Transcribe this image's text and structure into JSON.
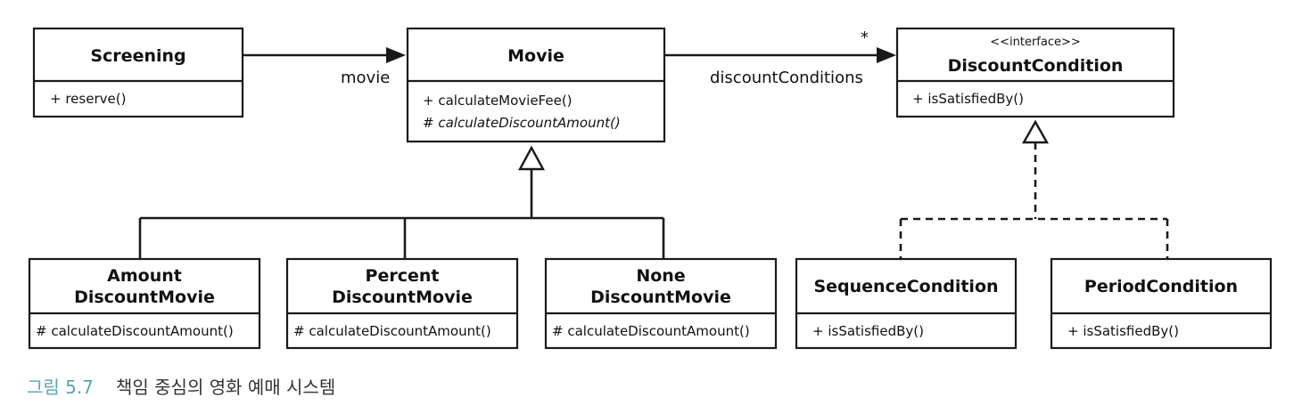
{
  "classes": {
    "screening": {
      "name": "Screening",
      "op1": "+ reserve()"
    },
    "movie": {
      "name": "Movie",
      "op1": "+ calculateMovieFee()",
      "op2": "# calculateDiscountAmount()"
    },
    "discount_condition": {
      "stereotype": "<<interface>>",
      "name": "DiscountCondition",
      "op1": "+ isSatisfiedBy()"
    },
    "amount_discount_movie": {
      "name_line1": "Amount",
      "name_line2": "DiscountMovie",
      "op1": "# calculateDiscountAmount()"
    },
    "percent_discount_movie": {
      "name_line1": "Percent",
      "name_line2": "DiscountMovie",
      "op1": "# calculateDiscountAmount()"
    },
    "none_discount_movie": {
      "name_line1": "None",
      "name_line2": "DiscountMovie",
      "op1": "# calculateDiscountAmount()"
    },
    "sequence_condition": {
      "name": "SequenceCondition",
      "op1": "+ isSatisfiedBy()"
    },
    "period_condition": {
      "name": "PeriodCondition",
      "op1": "+ isSatisfiedBy()"
    }
  },
  "associations": {
    "movie_role": "movie",
    "discount_conditions_role": "discountConditions",
    "discount_conditions_multiplicity": "*"
  },
  "caption": {
    "number": "그림 5.7",
    "title": "책임 중심의 영화 예매 시스템"
  },
  "colors": {
    "caption_number": "#5aa3b5",
    "line": "#1a1a1a"
  }
}
